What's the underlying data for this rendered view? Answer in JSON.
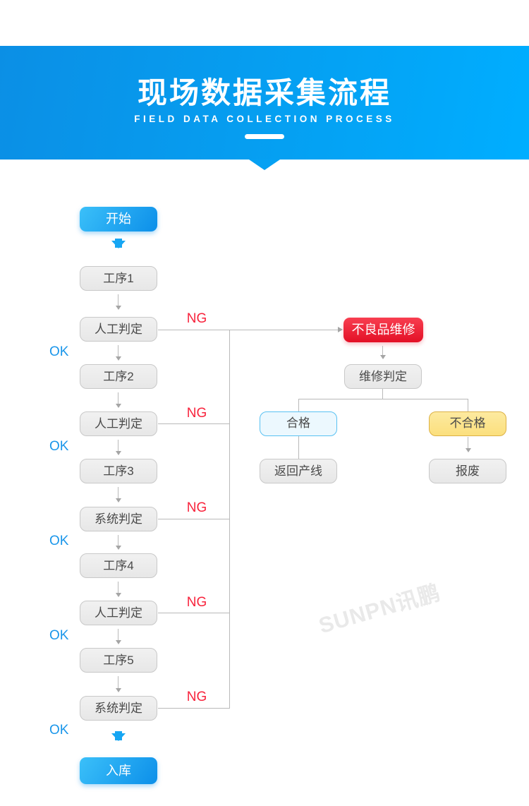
{
  "header": {
    "title": "现场数据采集流程",
    "subtitle": "FIELD DATA COLLECTION PROCESS"
  },
  "labels": {
    "ok": "OK",
    "ng": "NG"
  },
  "flow": {
    "start": "开始",
    "steps": [
      {
        "label": "工序1"
      },
      {
        "label": "人工判定"
      },
      {
        "label": "工序2"
      },
      {
        "label": "人工判定"
      },
      {
        "label": "工序3"
      },
      {
        "label": "系统判定"
      },
      {
        "label": "工序4"
      },
      {
        "label": "人工判定"
      },
      {
        "label": "工序5"
      },
      {
        "label": "系统判定"
      }
    ],
    "end": "入库",
    "repair_branch": {
      "repair": "不良品维修",
      "judge": "维修判定",
      "qualified": "合格",
      "unqualified": "不合格",
      "return_line": "返回产线",
      "scrap": "报废"
    }
  },
  "watermark": "SUNPN讯鹏",
  "colors": {
    "banner_gradient_start": "#0b8fe5",
    "banner_gradient_end": "#00aeff",
    "node_blue_start": "#3bc0f9",
    "node_blue_end": "#0c8fe9",
    "node_red": "#e31026",
    "node_gray": "#ececec",
    "qualified_bg": "#ecf8fe",
    "qualified_border": "#59c1f2",
    "unqualified_bg": "#fbe38a",
    "unqualified_border": "#dcb145",
    "ok_text": "#1a96ea",
    "ng_text": "#f8233c",
    "connector": "#b9b9b9"
  }
}
